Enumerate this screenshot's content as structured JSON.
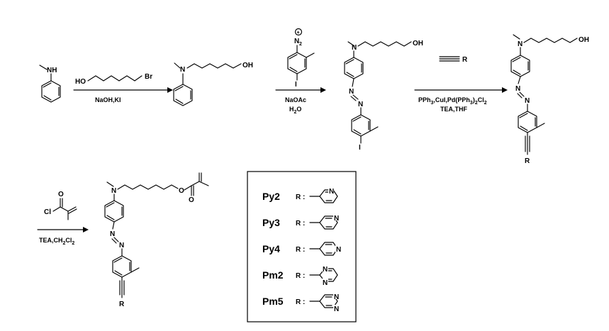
{
  "atoms": {
    "NH": "NH",
    "N": "N",
    "O": "O",
    "OH": "OH",
    "HO": "HO",
    "Br": "Br",
    "I": "I",
    "R": "R",
    "Cl": "Cl",
    "plus": "+",
    "N2_sym": "N",
    "N2_sub": "2"
  },
  "reagents": {
    "step1": "NaOH,KI",
    "step2_a": "NaOAc",
    "step2_b_H": "H",
    "step2_b_sub": "2",
    "step2_b_O": "O",
    "step3_a1": "PPh",
    "step3_a2": "3",
    "step3_a3": ",CuI,Pd(PPh",
    "step3_a4": "3",
    "step3_a5": ")",
    "step3_a6": "2",
    "step3_a7": "Cl",
    "step3_a8": "2",
    "step3_b": "TEA,THF",
    "step4_a": "TEA,CH",
    "step4_sub1": "2",
    "step4_b": "Cl",
    "step4_sub2": "2"
  },
  "legend": {
    "r_prefix": "R :",
    "items": [
      {
        "label": "Py2"
      },
      {
        "label": "Py3"
      },
      {
        "label": "Py4"
      },
      {
        "label": "Pm2"
      },
      {
        "label": "Pm5"
      }
    ]
  }
}
